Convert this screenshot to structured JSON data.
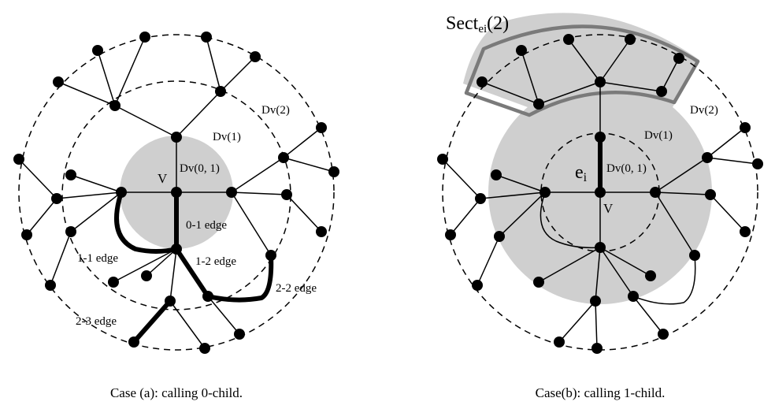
{
  "panel_a": {
    "labels": {
      "v": "V",
      "dv2": "Dv(2)",
      "dv1": "Dv(1)",
      "dv01": "Dv(0, 1)",
      "edge01": "0-1 edge",
      "edge11": "1-1 edge",
      "edge12": "1-2 edge",
      "edge22": "2-2 edge",
      "edge23": "2-3 edge"
    },
    "caption": "Case (a): calling 0-child."
  },
  "panel_b": {
    "labels": {
      "sect_main": "Sect",
      "sect_sub": "ei",
      "sect_arg": "(2)",
      "dv2": "Dv(2)",
      "dv1": "Dv(1)",
      "dv01": "Dv(0, 1)",
      "ei_main": "e",
      "ei_sub": "i",
      "v": "V"
    },
    "caption": "Case(b): calling 1-child."
  },
  "colors": {
    "shade": "#cfcfcf",
    "sector_outline": "#7a7a7a"
  }
}
